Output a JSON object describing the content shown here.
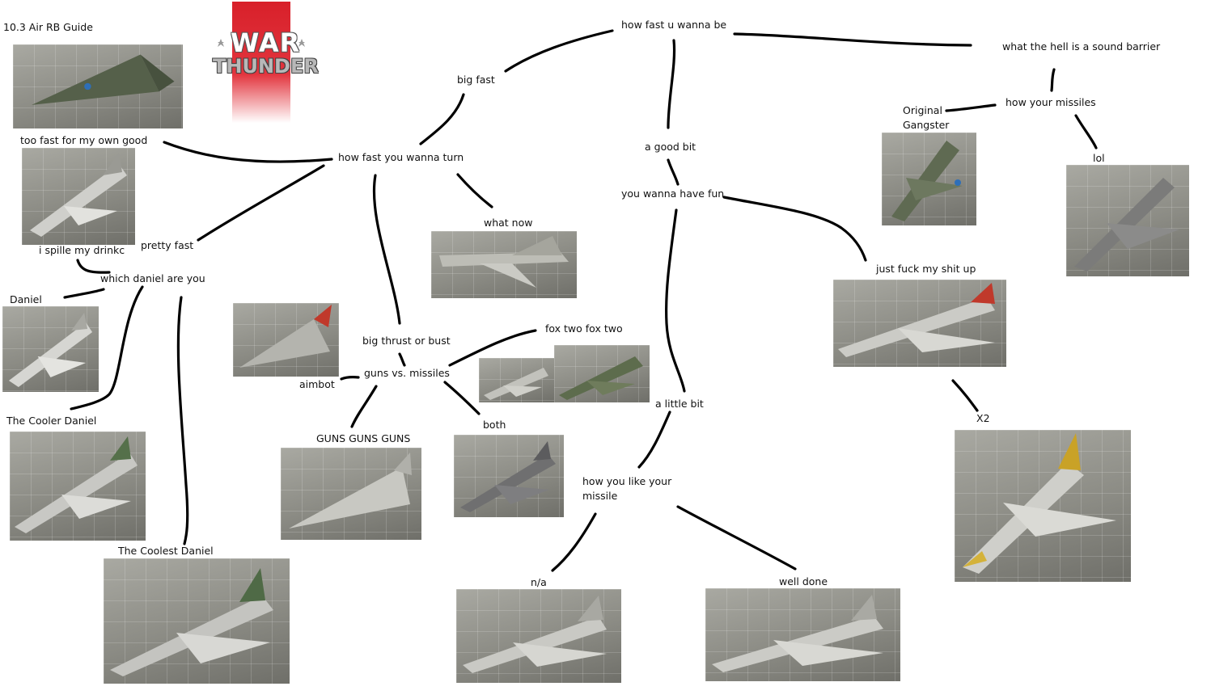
{
  "diagram": {
    "title": "10.3 Air RB Guide",
    "logo": {
      "line1": "WAR",
      "line2": "THUNDER",
      "color": "#d8202a"
    },
    "nodes": {
      "root": "how fast u wanna be",
      "big_fast": "big fast",
      "good_bit": "a good bit",
      "sound_barrier": "what the hell is a sound barrier",
      "missiles_q": "how your missiles",
      "original_gangster": "Original Gangster",
      "lol": "lol",
      "fast_turn": "how fast you wanna turn",
      "too_fast": "too fast for my own good",
      "pretty_fast": "pretty fast",
      "spilled": "i spille my drinkc",
      "which_daniel": "which daniel are you",
      "daniel": "Daniel",
      "cooler_daniel": "The Cooler Daniel",
      "coolest_daniel": "The Coolest Daniel",
      "what_now": "what now",
      "big_thrust": "big thrust or bust",
      "guns_vs_missiles": "guns vs. missiles",
      "aimbot": "aimbot",
      "fox_two": "fox two fox two",
      "guns_guns": "GUNS GUNS GUNS",
      "both": "both",
      "have_fun": "you wanna have fun",
      "fuck_shit": "just fuck my shit up",
      "x2": "X2",
      "little_bit": "a little bit",
      "like_missile": "how you like your missile",
      "na": "n/a",
      "well_done": "well done"
    }
  }
}
